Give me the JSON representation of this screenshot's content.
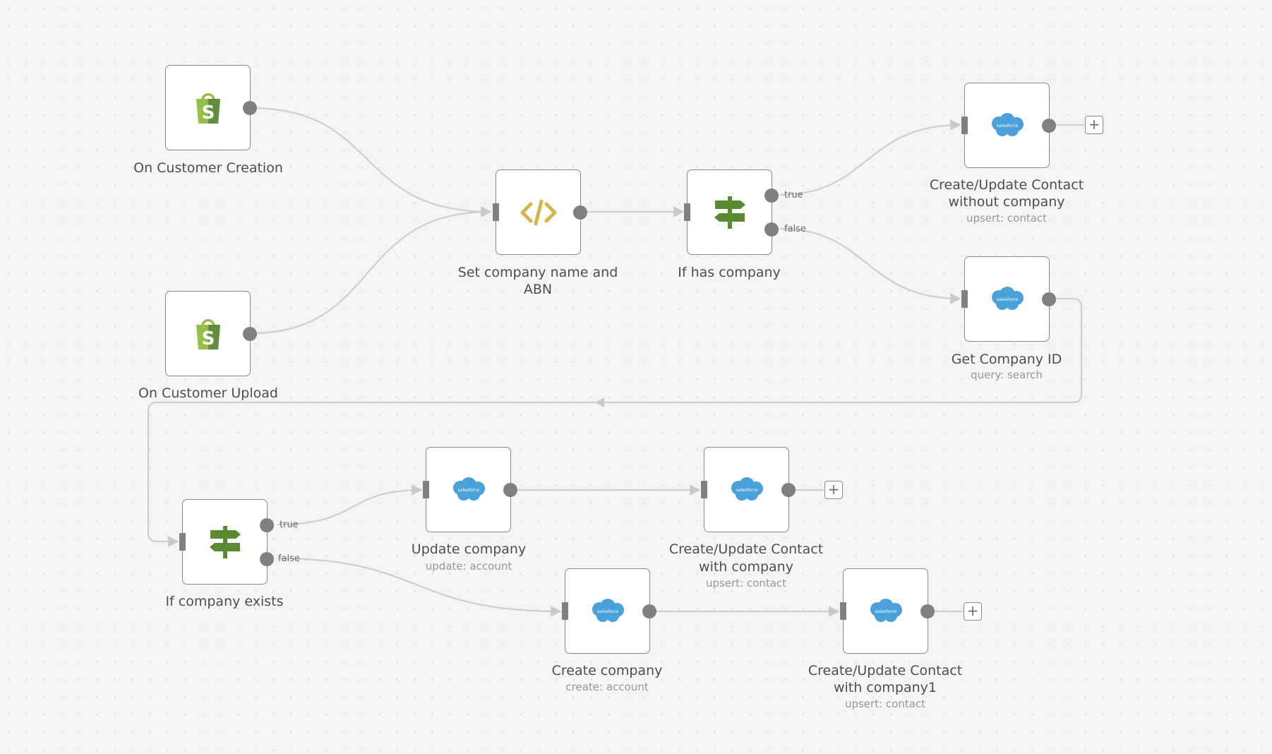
{
  "workflow": {
    "nodes": {
      "on_customer_creation": {
        "label": "On Customer Creation",
        "icon": "shopify-icon"
      },
      "on_customer_upload": {
        "label": "On Customer Upload",
        "icon": "shopify-icon"
      },
      "set_company": {
        "label_line1": "Set company name and",
        "label_line2": "ABN",
        "icon": "code-icon"
      },
      "if_has_company": {
        "label": "If has company",
        "icon": "signpost-icon",
        "true_label": "true",
        "false_label": "false"
      },
      "create_update_contact_without": {
        "label_line1": "Create/Update Contact",
        "label_line2": "without company",
        "subtitle": "upsert: contact",
        "icon": "salesforce-icon"
      },
      "get_company_id": {
        "label": "Get Company ID",
        "subtitle": "query: search",
        "icon": "salesforce-icon"
      },
      "if_company_exists": {
        "label": "If company exists",
        "icon": "signpost-icon",
        "true_label": "true",
        "false_label": "false"
      },
      "update_company": {
        "label": "Update company",
        "subtitle": "update: account",
        "icon": "salesforce-icon"
      },
      "create_update_contact_with": {
        "label_line1": "Create/Update Contact",
        "label_line2": "with company",
        "subtitle": "upsert: contact",
        "icon": "salesforce-icon"
      },
      "create_company": {
        "label": "Create company",
        "subtitle": "create: account",
        "icon": "salesforce-icon"
      },
      "create_update_contact_with1": {
        "label_line1": "Create/Update Contact",
        "label_line2": "with company1",
        "subtitle": "upsert: contact",
        "icon": "salesforce-icon"
      }
    },
    "add_button_symbol": "+",
    "salesforce_logo_text": "salesforce",
    "colors": {
      "shopify_green": "#95bf47",
      "code_yellow": "#d4b64a",
      "if_green": "#5a8a32",
      "salesforce_blue": "#4aa0d9",
      "edge": "#cfcfd3",
      "handle": "#808083"
    }
  }
}
